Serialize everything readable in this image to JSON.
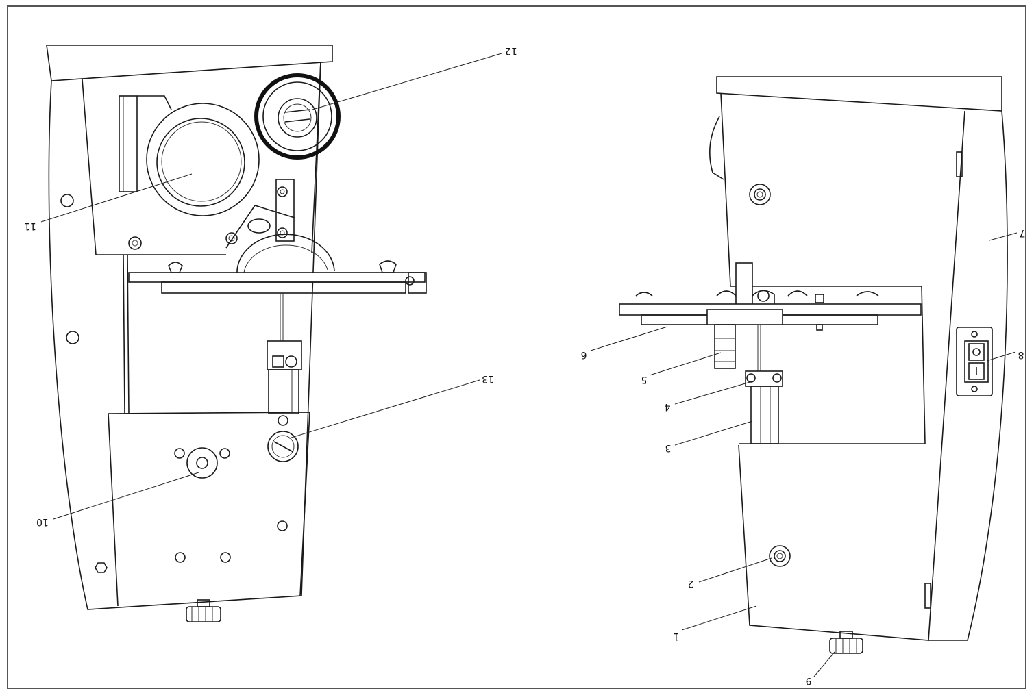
{
  "callouts": {
    "c1": "1",
    "c2": "2",
    "c3": "3",
    "c4": "4",
    "c5": "5",
    "c6": "6",
    "c7": "7",
    "c8": "8",
    "c9": "9",
    "c10": "10",
    "c11": "11",
    "c12": "12",
    "c13": "13"
  },
  "colors": {
    "line": "#1a1a1a",
    "frame": "#555555"
  }
}
